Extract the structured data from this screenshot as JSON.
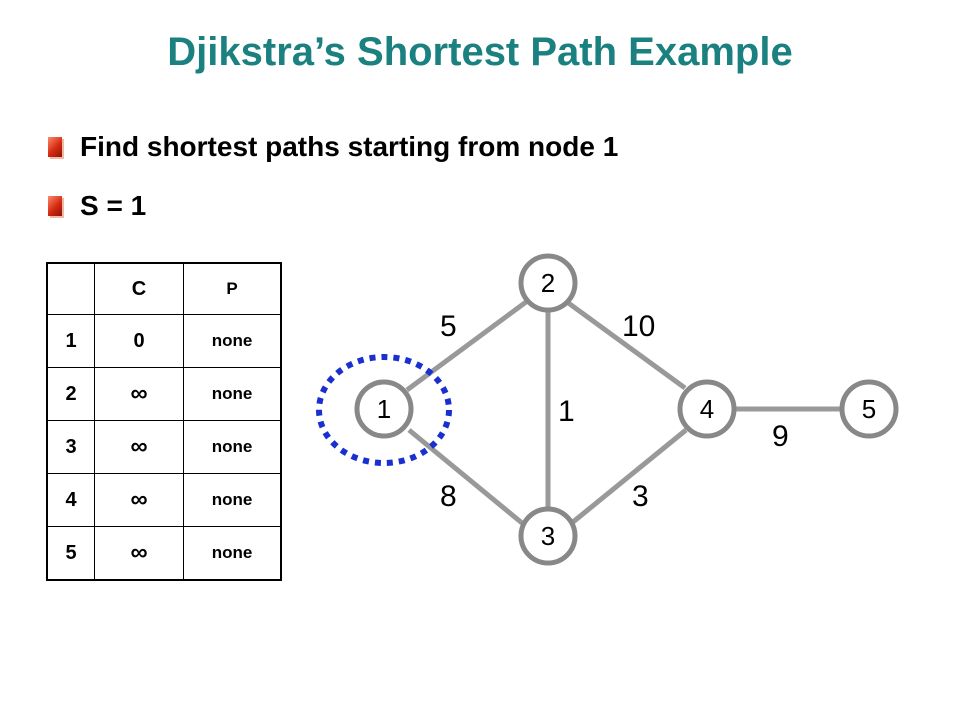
{
  "slide": {
    "title": "Djikstra’s Shortest Path Example",
    "bullets": [
      "Find shortest paths starting from node 1",
      "S  = 1"
    ]
  },
  "table": {
    "headers": [
      "",
      "C",
      "P"
    ],
    "rows": [
      {
        "node": "1",
        "cost": "0",
        "pred": "none"
      },
      {
        "node": "2",
        "cost": "∞",
        "pred": "none"
      },
      {
        "node": "3",
        "cost": "∞",
        "pred": "none"
      },
      {
        "node": "4",
        "cost": "∞",
        "pred": "none"
      },
      {
        "node": "5",
        "cost": "∞",
        "pred": "none"
      }
    ]
  },
  "graph": {
    "nodes": [
      "1",
      "2",
      "3",
      "4",
      "5"
    ],
    "edges": [
      {
        "from": "1",
        "to": "2",
        "weight": "5"
      },
      {
        "from": "2",
        "to": "4",
        "weight": "10"
      },
      {
        "from": "2",
        "to": "3",
        "weight": "1"
      },
      {
        "from": "1",
        "to": "3",
        "weight": "8"
      },
      {
        "from": "3",
        "to": "4",
        "weight": "3"
      },
      {
        "from": "4",
        "to": "5",
        "weight": "9"
      }
    ],
    "highlighted_node": "1",
    "highlight_color": "#1a2fd0",
    "node_stroke": "#888888",
    "edge_color": "#999999"
  },
  "colors": {
    "title": "#1a8080",
    "bullet": "#d42a12"
  }
}
